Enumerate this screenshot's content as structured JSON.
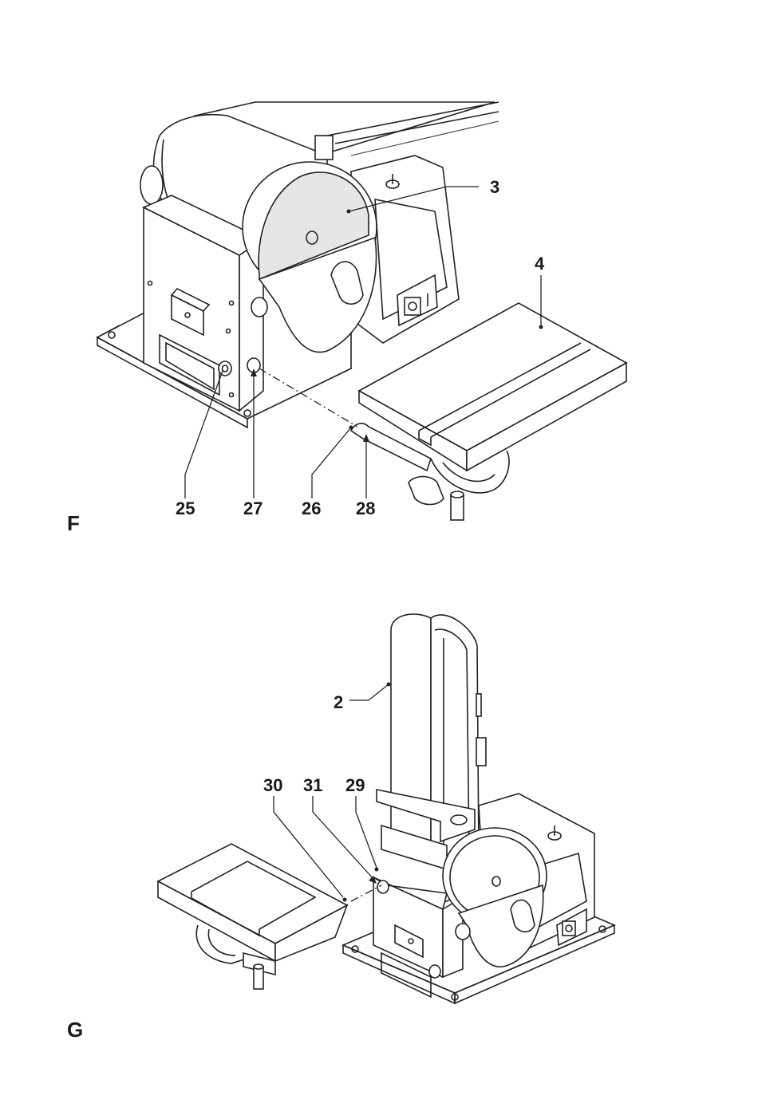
{
  "figures": [
    {
      "id": "F",
      "label": "F",
      "callouts": [
        {
          "text": "3"
        },
        {
          "text": "4"
        },
        {
          "text": "25"
        },
        {
          "text": "27"
        },
        {
          "text": "26"
        },
        {
          "text": "28"
        }
      ]
    },
    {
      "id": "G",
      "label": "G",
      "callouts": [
        {
          "text": "2"
        },
        {
          "text": "30"
        },
        {
          "text": "31"
        },
        {
          "text": "29"
        }
      ]
    }
  ]
}
